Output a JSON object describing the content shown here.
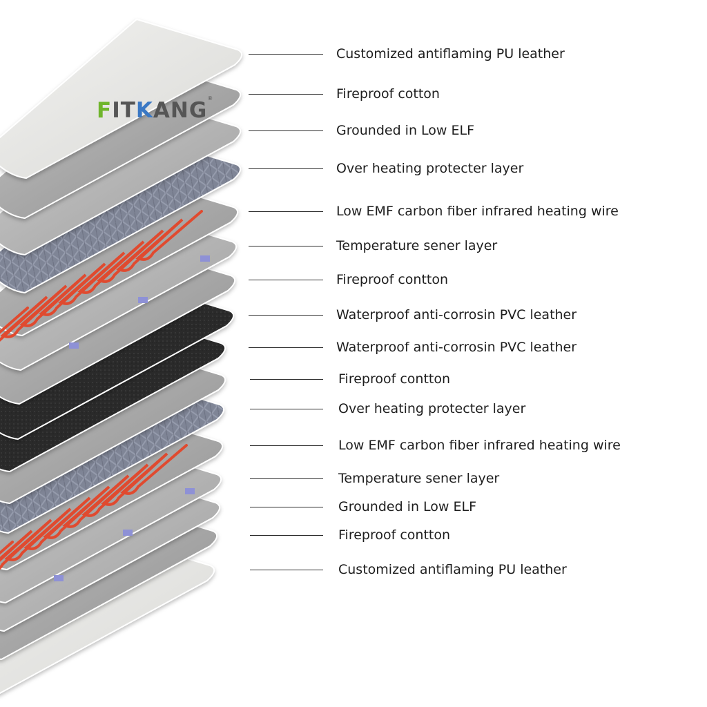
{
  "brand": {
    "logo_text": "FITKANG",
    "registered_mark": "®"
  },
  "layers": [
    {
      "label": "Customized antiflaming PU leather",
      "material": "pu-leather"
    },
    {
      "label": "Fireproof cotton",
      "material": "fireproof-cotton"
    },
    {
      "label": "Grounded in Low ELF",
      "material": "grounded-elf"
    },
    {
      "label": "Over heating protecter layer",
      "material": "overheat-protector"
    },
    {
      "label": "Low EMF carbon fiber infrared heating wire",
      "material": "heating-wire"
    },
    {
      "label": "Temperature sener layer",
      "material": "temperature-sensor"
    },
    {
      "label": "Fireproof contton",
      "material": "fireproof-cotton"
    },
    {
      "label": "Waterproof anti-corrosin PVC leather",
      "material": "pvc-leather"
    },
    {
      "label": "Waterproof anti-corrosin PVC leather",
      "material": "pvc-leather"
    },
    {
      "label": "Fireproof contton",
      "material": "fireproof-cotton"
    },
    {
      "label": "Over heating protecter layer",
      "material": "overheat-protector"
    },
    {
      "label": "Low EMF carbon fiber infrared heating wire",
      "material": "heating-wire"
    },
    {
      "label": "Temperature sener layer",
      "material": "temperature-sensor"
    },
    {
      "label": "Grounded in Low ELF",
      "material": "grounded-elf"
    },
    {
      "label": "Fireproof contton",
      "material": "fireproof-cotton"
    },
    {
      "label": "Customized antiflaming PU leather",
      "material": "pu-leather"
    }
  ],
  "colors": {
    "pu_leather": "#e4e4e2",
    "fireproof_cotton": "#a9a9a9",
    "mesh": "#7a7f8f",
    "pvc": "#2b2b2b",
    "heating_wire": "#e04a2f",
    "sensor": "#8e91d6",
    "logo_green": "#6fb52c",
    "logo_blue": "#3a78c4"
  }
}
